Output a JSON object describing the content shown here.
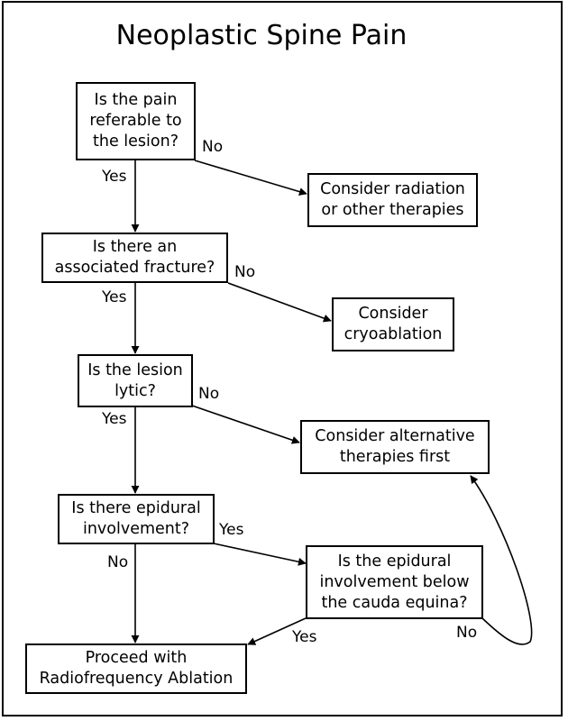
{
  "title": "Neoplastic Spine Pain",
  "nodes": {
    "q1": "Is the pain\nreferable to\nthe lesion?",
    "radiation": "Consider radiation\nor other therapies",
    "q2": "Is there an\nassociated fracture?",
    "cryo": "Consider\ncryoablation",
    "q3": "Is the lesion\nlytic?",
    "alternative": "Consider alternative\ntherapies first",
    "q4": "Is there epidural\ninvolvement?",
    "q5": "Is the epidural\ninvolvement below\nthe cauda equina?",
    "rfa": "Proceed with\nRadiofrequency Ablation"
  },
  "edges": {
    "q1_no": "No",
    "q1_yes": "Yes",
    "q2_no": "No",
    "q2_yes": "Yes",
    "q3_no": "No",
    "q3_yes": "Yes",
    "q4_yes": "Yes",
    "q4_no": "No",
    "q5_yes": "Yes",
    "q5_no": "No"
  }
}
